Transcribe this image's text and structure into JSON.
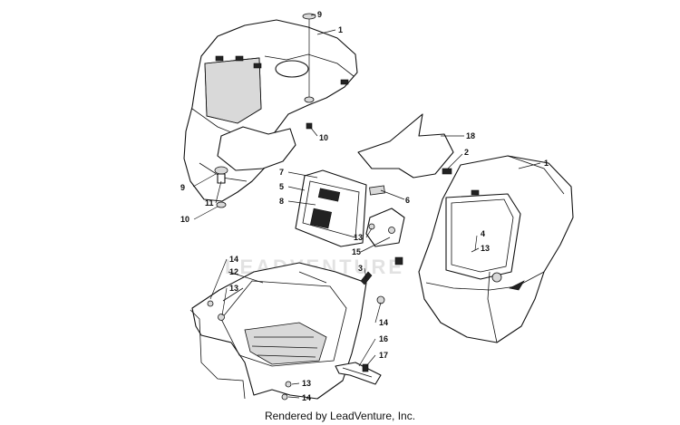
{
  "watermark": "LEADVENTURE",
  "footer": "Rendered by LeadVenture, Inc.",
  "callouts": [
    {
      "id": "c9a",
      "text": "9"
    },
    {
      "id": "c1a",
      "text": "1"
    },
    {
      "id": "c10a",
      "text": "10"
    },
    {
      "id": "c18",
      "text": "18"
    },
    {
      "id": "c2",
      "text": "2"
    },
    {
      "id": "c1b",
      "text": "1"
    },
    {
      "id": "c7",
      "text": "7"
    },
    {
      "id": "c5",
      "text": "5"
    },
    {
      "id": "c8",
      "text": "8"
    },
    {
      "id": "c6",
      "text": "6"
    },
    {
      "id": "c9b",
      "text": "9"
    },
    {
      "id": "c11",
      "text": "11"
    },
    {
      "id": "c10b",
      "text": "10"
    },
    {
      "id": "c4",
      "text": "4"
    },
    {
      "id": "c13a",
      "text": "13"
    },
    {
      "id": "c13b",
      "text": "13"
    },
    {
      "id": "c15",
      "text": "15"
    },
    {
      "id": "c3",
      "text": "3"
    },
    {
      "id": "c14a",
      "text": "14"
    },
    {
      "id": "c12",
      "text": "12"
    },
    {
      "id": "c13c",
      "text": "13"
    },
    {
      "id": "c14b",
      "text": "14"
    },
    {
      "id": "c16",
      "text": "16"
    },
    {
      "id": "c17",
      "text": "17"
    },
    {
      "id": "c13d",
      "text": "13"
    },
    {
      "id": "c14c",
      "text": "14"
    }
  ]
}
